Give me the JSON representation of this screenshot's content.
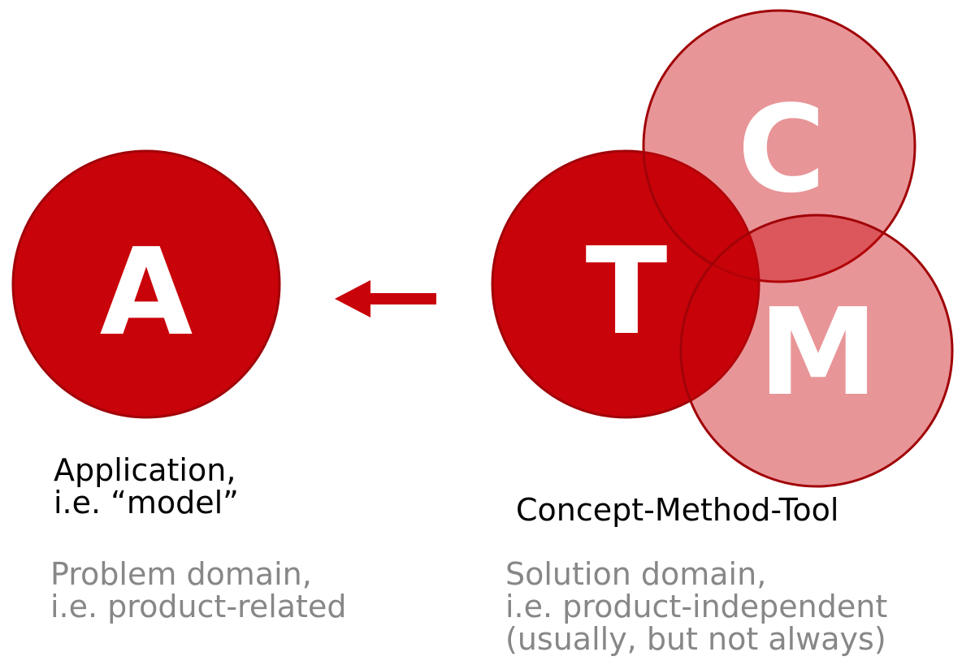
{
  "colors": {
    "background": "#ffffff",
    "circle_fill_red": "#c8030a",
    "circle_stroke_red": "#a00308",
    "translucent_circle_opacity": "0.42",
    "arrow_red": "#c8030a",
    "title_text": "#000000",
    "subtitle_text": "#878787",
    "letter_white": "#ffffff"
  },
  "venn": {
    "application_letter": "A",
    "tool_letter": "T",
    "concept_letter": "C",
    "method_letter": "M"
  },
  "labels": {
    "application": {
      "line1": "Application,",
      "line2": "i.e. “model”"
    },
    "cmt_title": "Concept-Method-Tool",
    "problem_domain": {
      "line1": "Problem domain,",
      "line2": "i.e. product-related"
    },
    "solution_domain": {
      "line1": "Solution domain,",
      "line2": "i.e. product-independent",
      "line3": "(usually, but not always)"
    }
  }
}
